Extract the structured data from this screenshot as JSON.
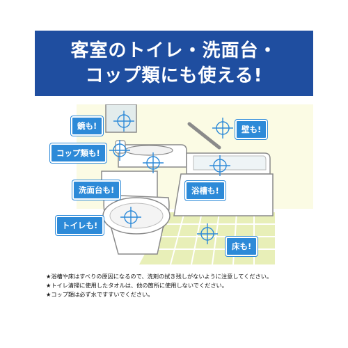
{
  "headline": {
    "line1": "客室のトイレ・洗面台・",
    "line2": "コップ類にも使える!"
  },
  "labels": {
    "mirror": "鏡も!",
    "wall": "壁も!",
    "cups": "コップ類も!",
    "washbasin": "洗面台も!",
    "bathtub": "浴槽も!",
    "toilet": "トイレも!",
    "floor": "床も!"
  },
  "notes": [
    "★浴槽や床はすべりの原因になるので、洗剤の拭き残しがないように注意してください。",
    "★トイレ清掃に使用したタオルは、他の箇所に使用しないでください。",
    "★コップ類は必ず水ですすいでください。"
  ],
  "colors": {
    "banner": "#1f4ea0",
    "tag": "#2d8ad8",
    "wall": "#fbfbe4",
    "tile": "#e8efb8",
    "crosshair": "#2d8ad8"
  }
}
